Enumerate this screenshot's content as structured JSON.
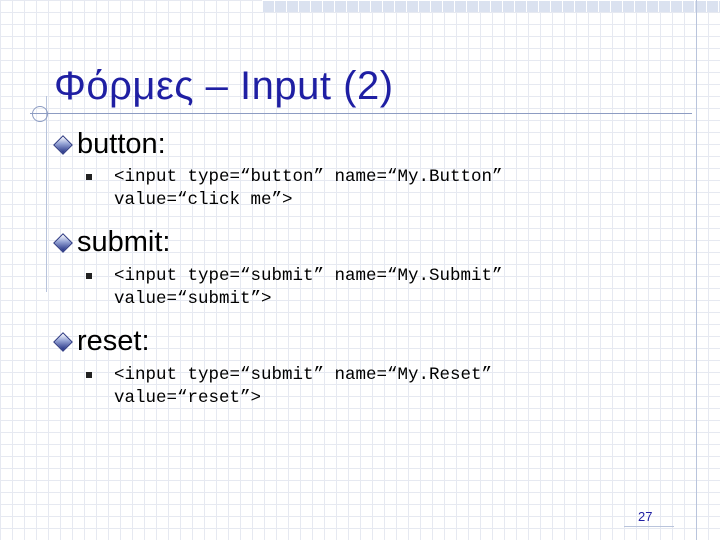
{
  "slide": {
    "title": "Φόρμες – Input (2)",
    "page_number": "27",
    "sections": [
      {
        "heading": "button:",
        "code_line1": "<input type=“button” name=“My.Button”",
        "code_line2": "value=“click me”>"
      },
      {
        "heading": "submit:",
        "code_line1": "<input type=“submit” name=“My.Submit”",
        "code_line2": "value=“submit”>"
      },
      {
        "heading": "reset:",
        "code_line1": "<input type=“submit” name=“My.Reset”",
        "code_line2": "value=“reset”>"
      }
    ]
  },
  "colors": {
    "title": "#1f1fa3",
    "grid": "#e6e9f1",
    "accent_line": "#8d9cc2"
  },
  "icons": {
    "bullet": "diamond-bullet-icon",
    "sub_bullet": "square-bullet-icon"
  }
}
